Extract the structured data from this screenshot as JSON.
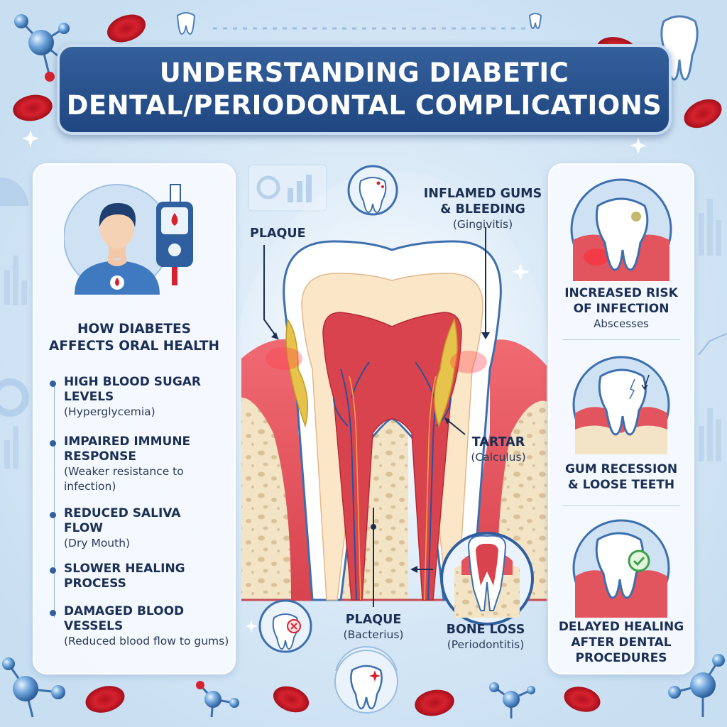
{
  "title": {
    "line1": "UNDERSTANDING DIABETIC",
    "line2": "DENTAL/PERIODONTAL COMPLICATIONS"
  },
  "left_panel": {
    "heading_line1": "HOW DIABETES",
    "heading_line2": "AFFECTS ORAL HEALTH",
    "factors": [
      {
        "name_lines": [
          "HIGH BLOOD SUGAR",
          "LEVELS"
        ],
        "detail_lines": [
          "(Hyperglycemia)"
        ]
      },
      {
        "name_lines": [
          "IMPAIRED IMMUNE",
          "RESPONSE"
        ],
        "detail_lines": [
          "(Weaker resistance to",
          "infection)"
        ]
      },
      {
        "name_lines": [
          "REDUCED SALIVA",
          "FLOW"
        ],
        "detail_lines": [
          "(Dry Mouth)"
        ]
      },
      {
        "name_lines": [
          "SLOWER HEALING",
          "PROCESS"
        ],
        "detail_lines": []
      },
      {
        "name_lines": [
          "DAMAGED BLOOD",
          "VESSELS"
        ],
        "detail_lines": [
          "(Reduced blood flow to gums)"
        ]
      }
    ]
  },
  "diagram_labels": {
    "plaque_top": "PLAQUE",
    "inflamed_line1": "INFLAMED GUMS",
    "inflamed_line2": "& BLEEDING",
    "inflamed_detail": "(Gingivitis)",
    "tartar": "TARTAR",
    "tartar_detail": "(Calculus)",
    "plaque_bottom": "PLAQUE",
    "plaque_bottom_detail": "(Bacterius)",
    "bone_loss": "BONE LOSS",
    "bone_loss_detail": "(Periodontitis)"
  },
  "right_panel": {
    "items": [
      {
        "lines": [
          "INCREASED RISK",
          "OF INFECTION"
        ],
        "detail": "Abscesses"
      },
      {
        "lines": [
          "GUM RECESSION",
          "& LOOSE TEETH"
        ],
        "detail": ""
      },
      {
        "lines": [
          "DELAYED HEALING",
          "AFTER DENTAL",
          "PROCEDURES"
        ],
        "detail": ""
      }
    ]
  },
  "colors": {
    "title_bar": "#2a5490",
    "gum": "#e2545e",
    "tartar": "#e6c34a",
    "bone": "#f3e4c6",
    "pulp": "#d9434d",
    "accent": "#2f5f9e"
  },
  "icons": [
    "molecule-icon",
    "blood-cell-icon",
    "tooth-icon",
    "person-icon",
    "glucose-meter-icon",
    "blood-drop-icon",
    "checkmark-icon",
    "x-mark-icon",
    "bar-chart-icon",
    "sparkle-icon"
  ]
}
